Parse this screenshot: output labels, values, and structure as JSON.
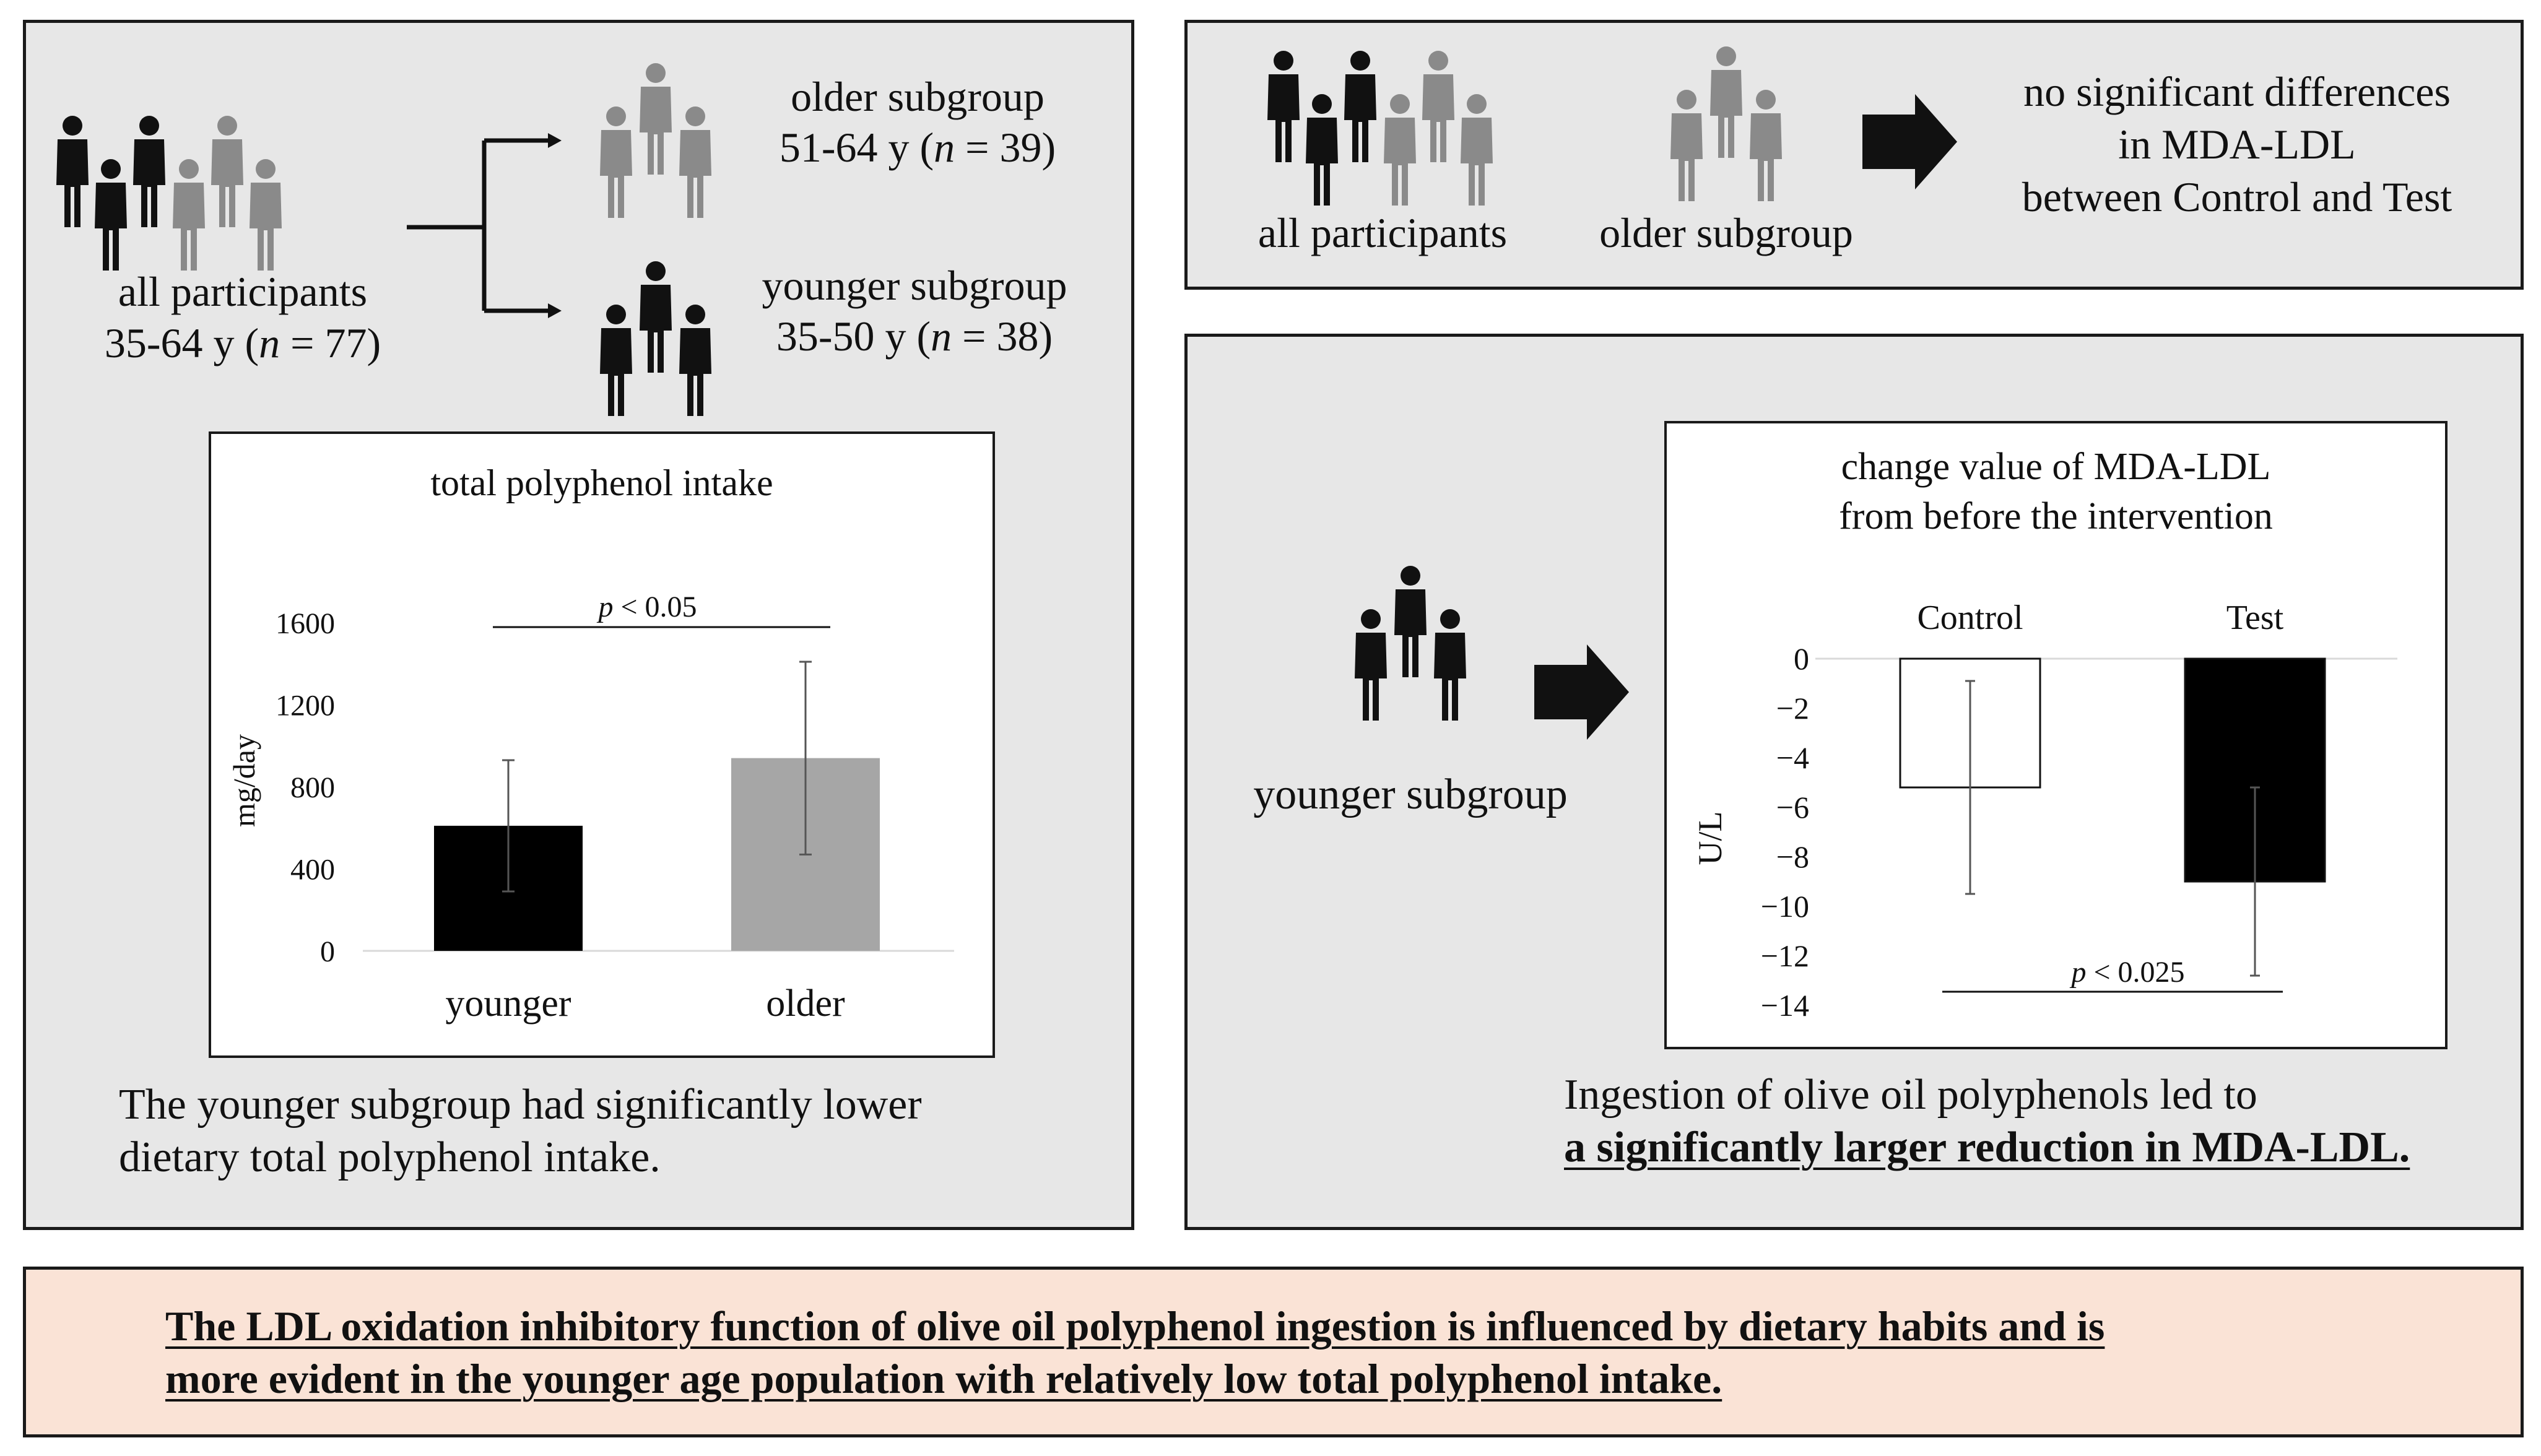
{
  "colors": {
    "panel_bg": "#e7e7e7",
    "conclusion_bg": "#fae3d6",
    "person_dark": "#111111",
    "person_gray": "#8a8a8a",
    "bar_younger": "#000000",
    "bar_older": "#a6a6a6"
  },
  "icons": [
    "people-group-icon",
    "arrow-right-icon",
    "bracket-arrow-icon"
  ],
  "left_panel": {
    "all_label": "all participants",
    "all_range": "35-64 y",
    "all_n": "77",
    "older_label": "older subgroup",
    "older_range": "51-64 y",
    "older_n": "39",
    "younger_label": "younger subgroup",
    "younger_range": "35-50 y",
    "younger_n": "38",
    "n_symbol": "n",
    "summary_line1": "The younger subgroup had significantly lower",
    "summary_line2": "dietary total polyphenol intake."
  },
  "top_right_panel": {
    "all_label": "all participants",
    "older_label": "older subgroup",
    "result_line1": "no significant differences",
    "result_line2": "in MDA-LDL",
    "result_line3": "between Control and Test"
  },
  "bottom_right_panel": {
    "group_label": "younger subgroup",
    "summary_line1": "Ingestion of olive oil polyphenols led to",
    "summary_line2": "a significantly larger reduction in MDA-LDL."
  },
  "conclusion": {
    "line1": "The LDL oxidation inhibitory function of olive oil polyphenol ingestion is influenced by dietary habits and is",
    "line2": "more evident in the younger age population with relatively low total polyphenol intake."
  },
  "chart_data": [
    {
      "type": "bar",
      "title": "total polyphenol intake",
      "ylabel": "mg/day",
      "categories": [
        "younger",
        "older"
      ],
      "values": [
        610,
        940
      ],
      "errors": [
        320,
        470
      ],
      "ylim": [
        0,
        1600
      ],
      "yticks": [
        "0",
        "400",
        "800",
        "1200",
        "1600"
      ],
      "significance": {
        "p_symbol": "p",
        "label": "< 0.05"
      },
      "grid": false
    },
    {
      "type": "bar",
      "title_line1": "change value of MDA-LDL",
      "title_line2": "from before the intervention",
      "ylabel": "U/L",
      "categories": [
        "Control",
        "Test"
      ],
      "values": [
        -5.2,
        -9.0
      ],
      "errors": [
        4.3,
        3.8
      ],
      "ylim": [
        -14,
        0
      ],
      "yticks": [
        "0",
        "−2",
        "−4",
        "−6",
        "−8",
        "−10",
        "−12",
        "−14"
      ],
      "significance": {
        "p_symbol": "p",
        "label": "< 0.025"
      },
      "grid": false
    }
  ]
}
